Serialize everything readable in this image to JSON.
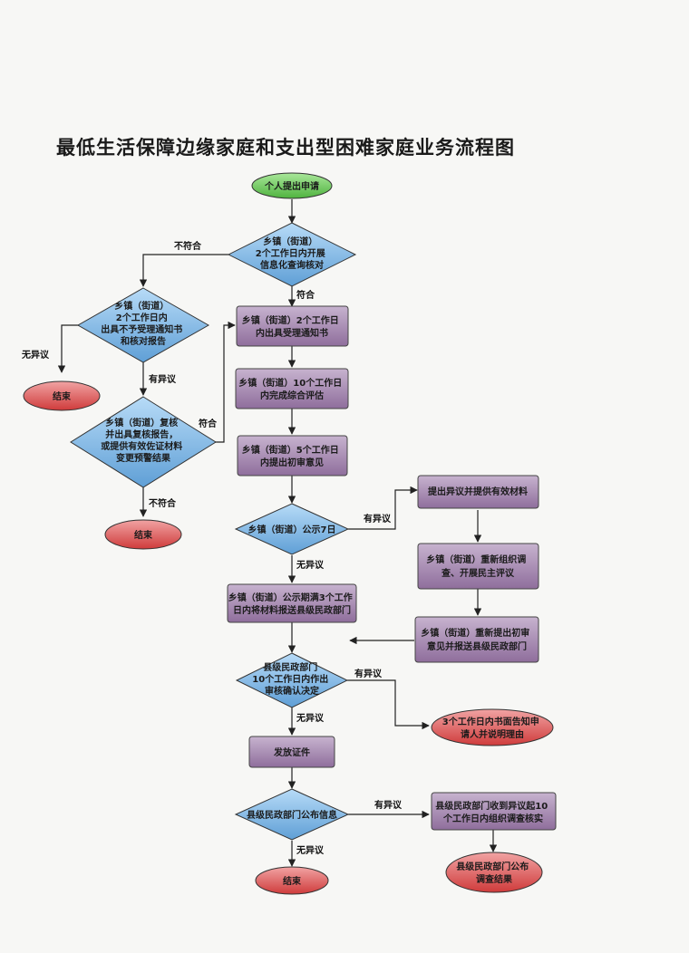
{
  "title": "最低生活保障边缘家庭和支出型困难家庭业务流程图",
  "colors": {
    "start_fill": "#6ccf5b",
    "end_fill": "#d94a4a",
    "decision_fill": "#7bb6e8",
    "process_fill": "#9a7aa6",
    "line": "#222222"
  },
  "nodes": {
    "start": "个人提出申请",
    "d_verify": [
      "乡镇（街道）",
      "2个工作日内开展",
      "信息化查询核对"
    ],
    "d_reject": [
      "乡镇（街道）",
      "2个工作日内",
      "出具不予受理通知书",
      "和核对报告"
    ],
    "end_1": "结束",
    "d_review": [
      "乡镇（街道）复核",
      "并出具复核报告，",
      "或提供有效佐证材料",
      "变更预警结果"
    ],
    "end_2": "结束",
    "p_accept": [
      "乡镇（街道）2个工作日",
      "内出具受理通知书"
    ],
    "p_assess": [
      "乡镇（街道）10个工作日",
      "内完成综合评估"
    ],
    "p_initial": [
      "乡镇（街道）5个工作日",
      "内提出初审意见"
    ],
    "d_publicize": "乡镇（街道）公示7日",
    "p_objection": "提出异议并提供有效材料",
    "p_reorganize": [
      "乡镇（街道）重新组织调",
      "查、开展民主评议"
    ],
    "p_resubmit": [
      "乡镇（街道）重新提出初审",
      "意见并报送县级民政部门"
    ],
    "p_report": [
      "乡镇（街道）公示期满3个工作",
      "日内将材料报送县级民政部门"
    ],
    "d_county": [
      "县级民政部门",
      "10个工作日内作出",
      "审核确认决定"
    ],
    "end_notify": [
      "3个工作日内书面告知申",
      "请人并说明理由"
    ],
    "p_issue": "发放证件",
    "d_announce": "县级民政部门公布信息",
    "p_investigate": [
      "县级民政部门收到异议起10",
      "个工作日内组织调查核实"
    ],
    "end_3": "结束",
    "end_result": [
      "县级民政部门公布",
      "调查结果"
    ]
  },
  "edge_labels": {
    "not_meet_1": "不符合",
    "meet_1": "符合",
    "no_objection_1": "无异议",
    "has_objection_1": "有异议",
    "meet_2": "符合",
    "not_meet_2": "不符合",
    "has_objection_2": "有异议",
    "no_objection_2": "无异议",
    "has_objection_3": "有异议",
    "no_objection_3": "无异议",
    "has_objection_4": "有异议",
    "no_objection_4": "无异议"
  }
}
